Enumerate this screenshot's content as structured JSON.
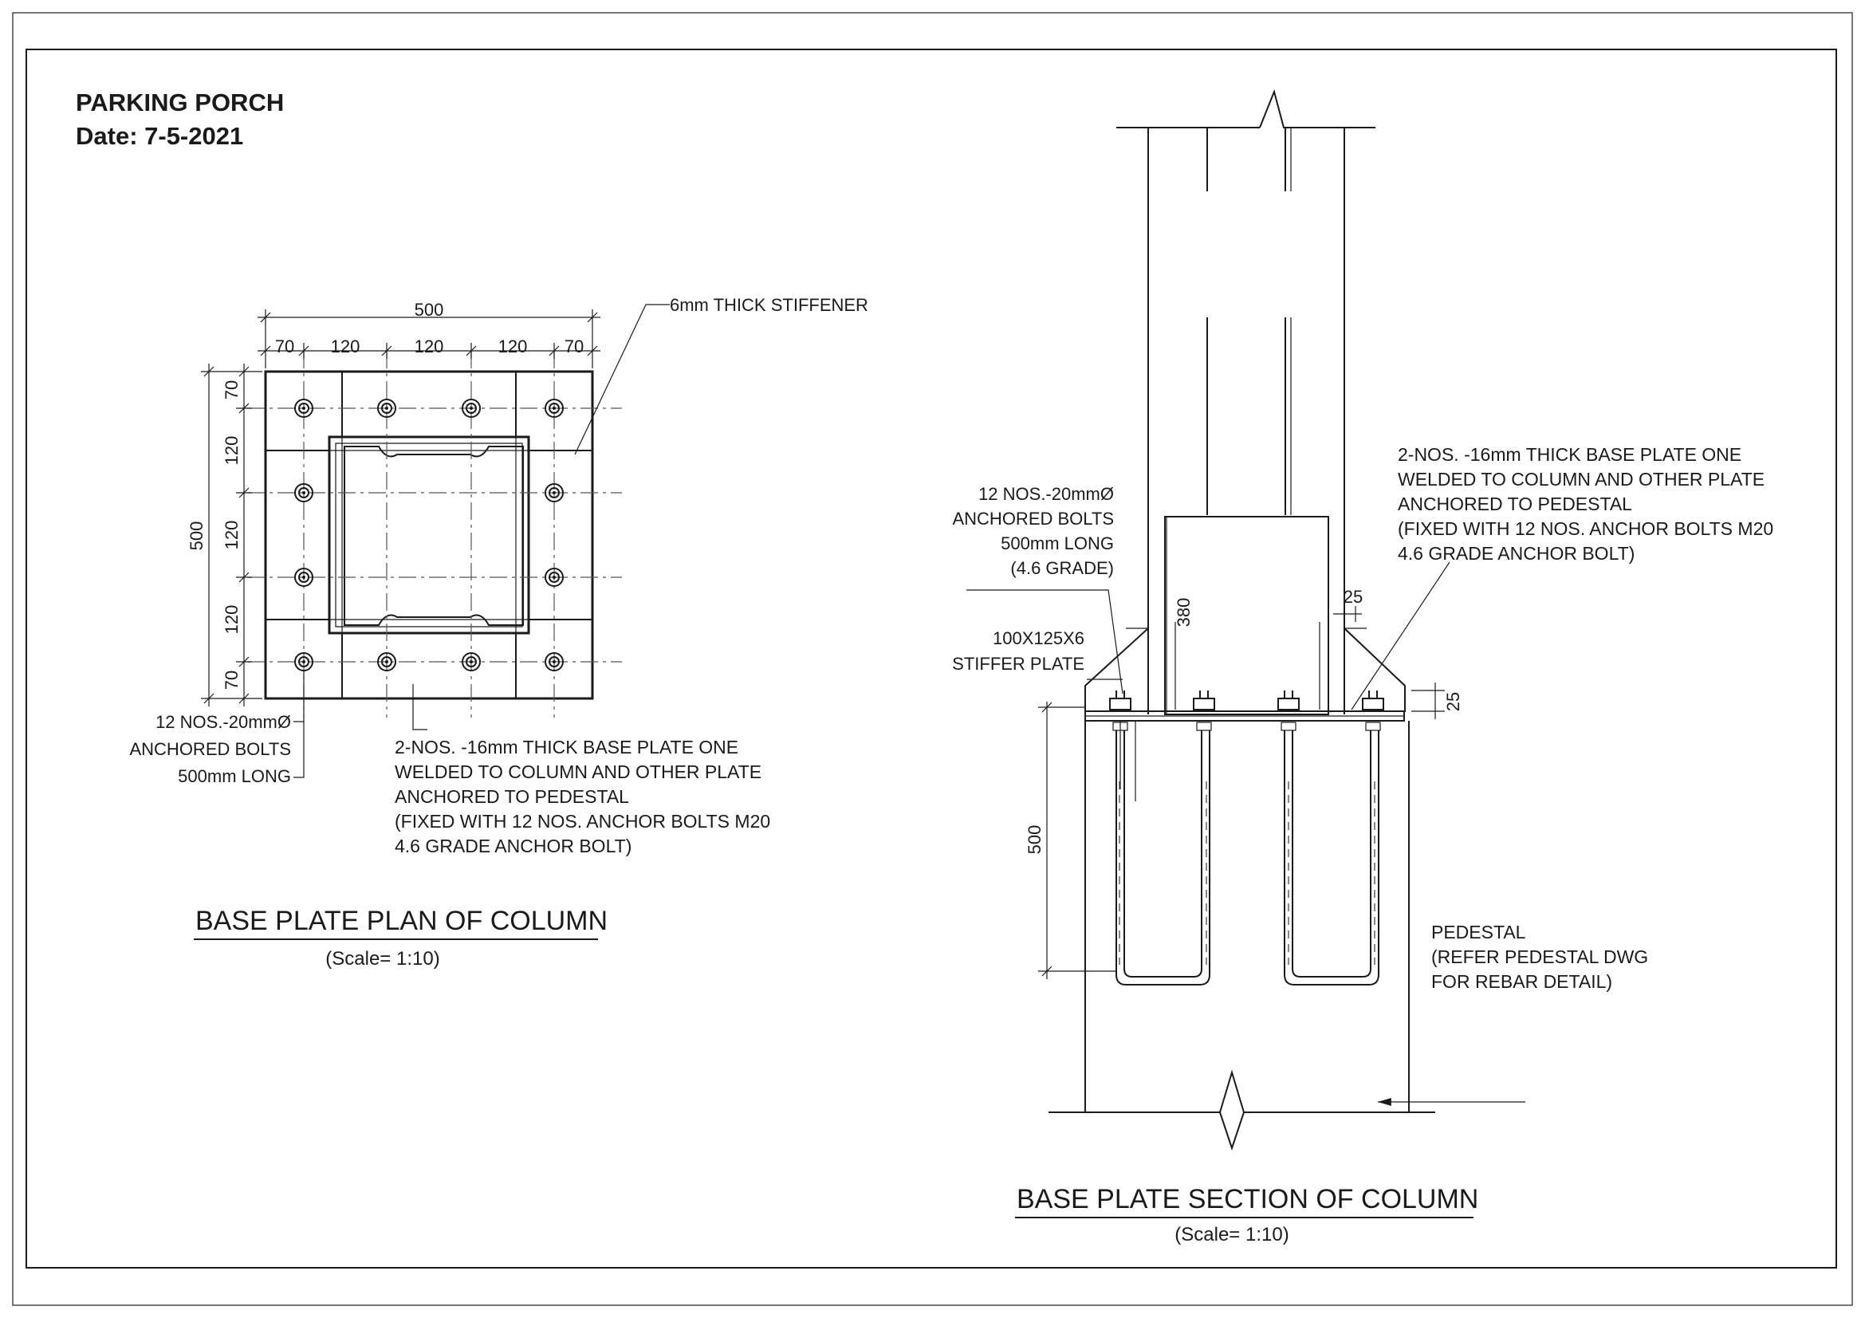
{
  "header": {
    "project": "PARKING PORCH",
    "date": "Date: 7-5-2021"
  },
  "plan": {
    "title": "BASE PLATE PLAN OF COLUMN",
    "scale": "(Scale= 1:10)",
    "dim_overall_h": "500",
    "dim_overall_v": "500",
    "dims_h": [
      "70",
      "120",
      "120",
      "120",
      "70"
    ],
    "dims_v": [
      "70",
      "120",
      "120",
      "120",
      "70"
    ],
    "stiffener_note": "6mm THICK STIFFENER",
    "bolts_note": [
      "12 NOS.-20mmØ",
      "ANCHORED BOLTS",
      "500mm LONG"
    ],
    "base_plate_note": [
      "2-NOS. -16mm THICK BASE PLATE ONE",
      "WELDED TO COLUMN AND OTHER PLATE",
      "ANCHORED TO  PEDESTAL",
      "(FIXED WITH 12 NOS. ANCHOR BOLTS M20",
      "4.6 GRADE ANCHOR BOLT)"
    ]
  },
  "section": {
    "title": "BASE PLATE SECTION OF COLUMN",
    "scale": "(Scale= 1:10)",
    "bolts_note": [
      "12 NOS.-20mmØ",
      "ANCHORED BOLTS",
      "500mm LONG",
      "(4.6 GRADE)"
    ],
    "stiffer_note": [
      "100X125X6",
      "STIFFER PLATE"
    ],
    "base_plate_note": [
      "2-NOS. -16mm THICK BASE PLATE ONE",
      "WELDED TO COLUMN AND OTHER PLATE",
      "ANCHORED TO  PEDESTAL",
      "(FIXED WITH 12 NOS. ANCHOR BOLTS M20",
      "4.6 GRADE ANCHOR BOLT)"
    ],
    "pedestal_note": [
      "PEDESTAL",
      "(REFER PEDESTAL DWG",
      "FOR REBAR DETAIL)"
    ],
    "dim_380": "380",
    "dim_25_top": "25",
    "dim_25_side": "25",
    "dim_500": "500"
  }
}
